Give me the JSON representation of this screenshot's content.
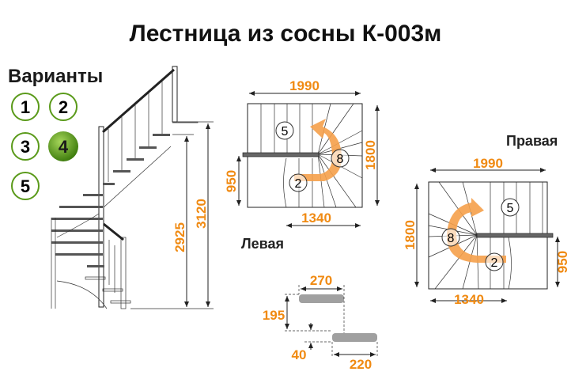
{
  "title": "Лестница из сосны К-003м",
  "variants": {
    "label": "Варианты",
    "items": [
      "1",
      "2",
      "3",
      "4",
      "5"
    ],
    "selected": "4",
    "accent_color": "#5a9a1a"
  },
  "side_view": {
    "height_1": "2925",
    "height_2": "3120"
  },
  "left_plan": {
    "label": "Левая",
    "width": "1990",
    "depth": "1800",
    "landing": "950",
    "bottom": "1340",
    "steps": [
      "5",
      "8",
      "2"
    ]
  },
  "right_plan": {
    "label": "Правая",
    "width": "1990",
    "depth": "1800",
    "landing": "950",
    "bottom": "1340",
    "steps": [
      "5",
      "8",
      "2"
    ]
  },
  "step_detail": {
    "tread": "270",
    "rise": "195",
    "thickness": "40",
    "width": "220"
  },
  "dim_color": "#f08a12"
}
